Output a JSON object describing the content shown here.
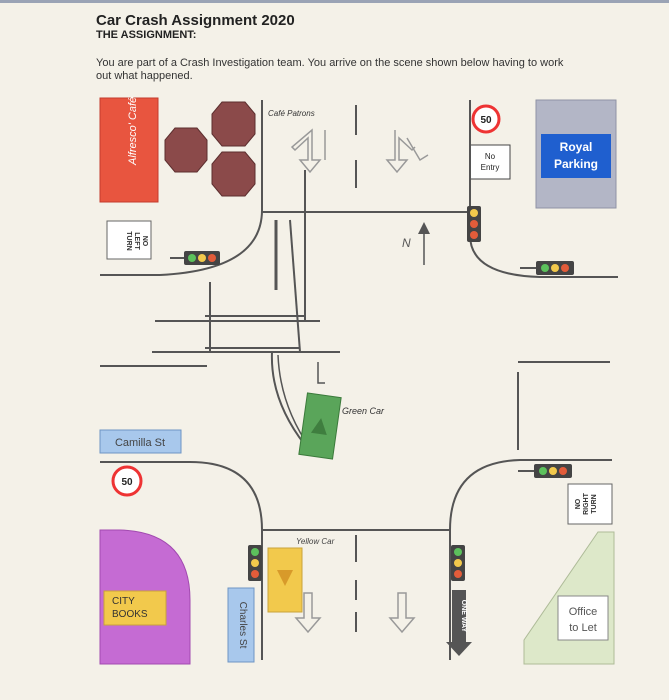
{
  "header": {
    "title": "Car Crash Assignment 2020",
    "subtitle": "THE ASSIGNMENT:",
    "intro": "You are part of a Crash Investigation team. You arrive on the scene shown below having to work out what happened."
  },
  "map": {
    "cafe_label": "Café Patrons",
    "alfresco_label": "Alfresco' Café",
    "speed_sign_top": "50",
    "speed_sign_left": "50",
    "no_entry": {
      "line1": "No",
      "line2": "Entry"
    },
    "royal_parking": {
      "line1": "Royal",
      "line2": "Parking"
    },
    "no_left_turn": {
      "line1": "NO",
      "line2": "LEFT",
      "line3": "TURN"
    },
    "no_right_turn": {
      "line1": "NO",
      "line2": "RIGHT",
      "line3": "TURN"
    },
    "north_label": "N",
    "green_car_label": "Green Car",
    "yellow_car_label": "Yellow Car",
    "camilla_st": "Camilla St",
    "charles_st": "Charles St",
    "city_books": {
      "line1": "CITY",
      "line2": "BOOKS"
    },
    "one_way": "ONE WAY",
    "office": {
      "line1": "Office",
      "line2": "to Let"
    }
  },
  "colors": {
    "cafe_red": "#e8553f",
    "umbrella": "#8b4a4a",
    "royal_blue": "#1f5fcf",
    "green_car": "#5aa55a",
    "yellow_car": "#f2c94c",
    "city_books_purple": "#c56bd3",
    "label_blue": "#a8c8ec",
    "office_green": "#dde8c9"
  }
}
